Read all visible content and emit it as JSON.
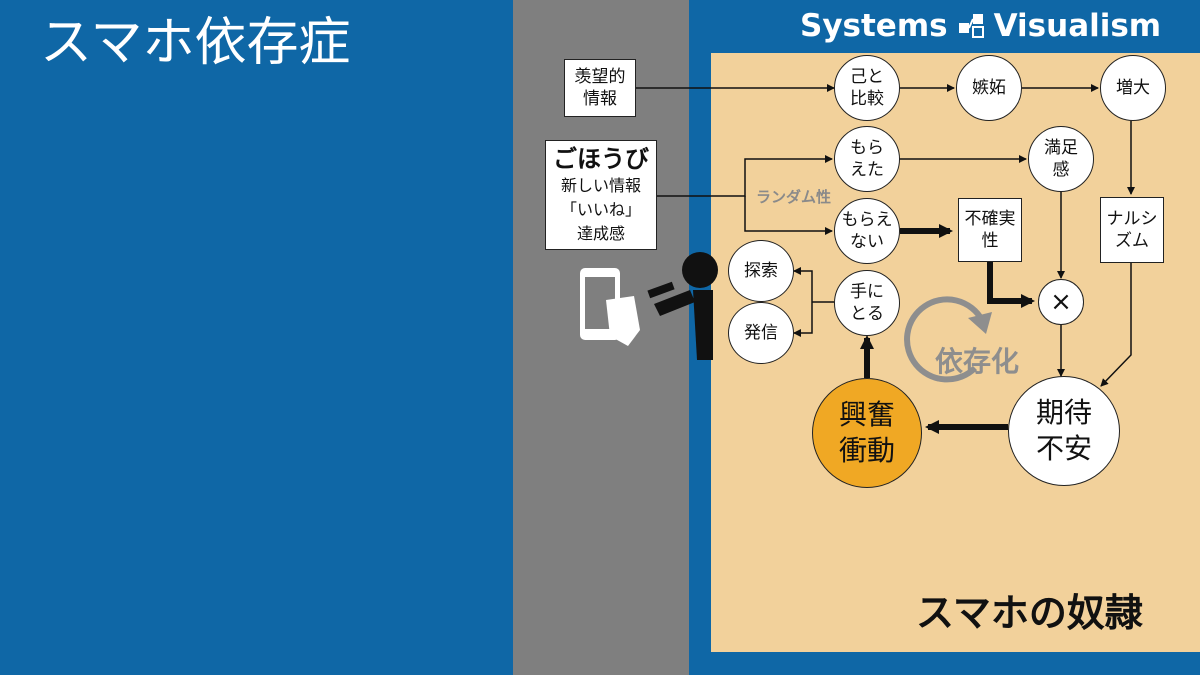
{
  "title": "スマホ依存症",
  "brand": {
    "left": "Systems",
    "right": "Visualism",
    "logo_icon": "flow-logo-icon"
  },
  "sources": {
    "envy_info": "羡望的\n情報",
    "reward_heading": "ごほうび",
    "reward_items": "新しい情報\n「いいね」\n達成感"
  },
  "labels": {
    "randomness": "ランダム性",
    "dependency": "依存化",
    "slave": "スマホの奴隷"
  },
  "nodes": {
    "compare": "己と\n比較",
    "jealousy": "嫉妬",
    "increase": "増大",
    "got": "もら\nえた",
    "satisfaction": "満足\n感",
    "not_got": "もらえ\nない",
    "uncertainty": "不確実\n性",
    "narcissism": "ナルシ\nズム",
    "search": "探索",
    "post": "発信",
    "pick_up": "手に\nとる",
    "multiply": "×",
    "excitement": "興奮\n衝動",
    "expect_anxiety": "期待\n不安"
  },
  "colors": {
    "blue": "#0f67a6",
    "gray": "#7f7f7f",
    "beige": "#f2d19b",
    "orange": "#f0a824"
  }
}
